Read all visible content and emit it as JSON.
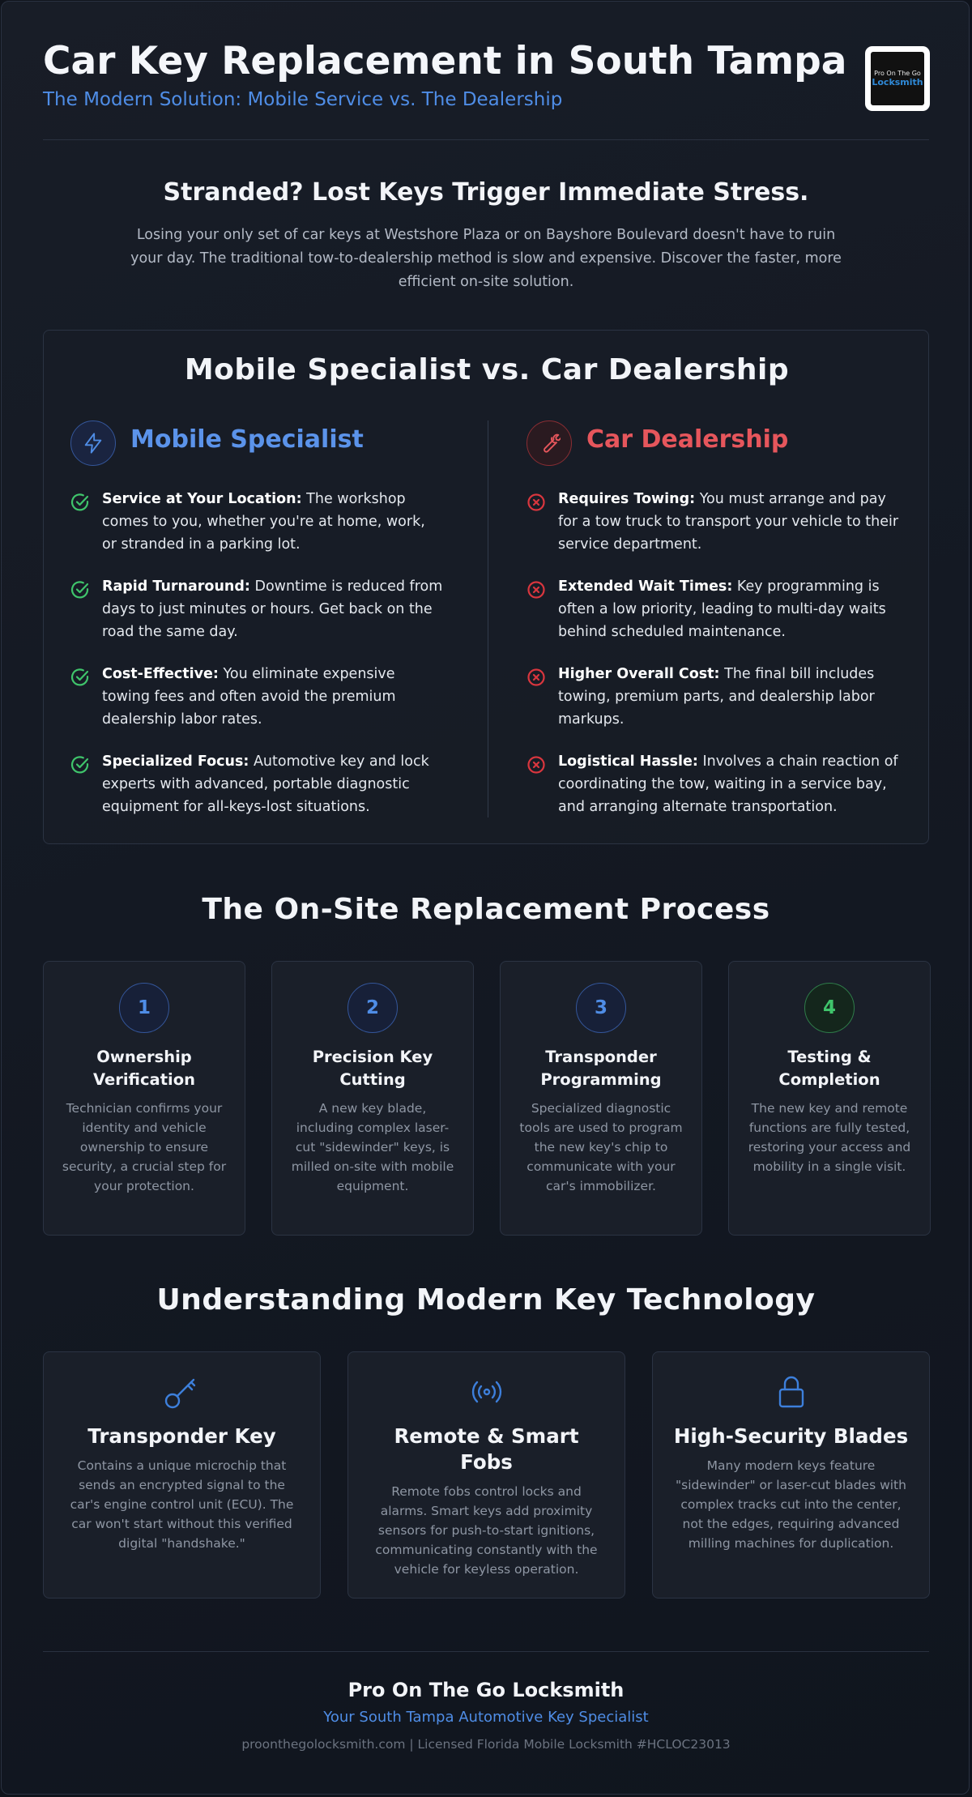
{
  "header": {
    "title": "Car Key Replacement in South Tampa",
    "subtitle": "The Modern Solution: Mobile Service vs. The Dealership",
    "logo": {
      "line1": "Pro On The Go",
      "line2": "Locksmith"
    }
  },
  "intro": {
    "title": "Stranded? Lost Keys Trigger Immediate Stress.",
    "text": "Losing your only set of car keys at Westshore Plaza or on Bayshore Boulevard doesn't have to ruin your day. The traditional tow-to-dealership method is slow and expensive. Discover the faster, more efficient on-site solution."
  },
  "comparison": {
    "title": "Mobile Specialist vs. Car Dealership",
    "mobile": {
      "heading": "Mobile Specialist",
      "icon": "lightning-icon",
      "color": "#5b93ea",
      "items": [
        {
          "label": "Service at Your Location:",
          "text": " The workshop comes to you, whether you're at home, work, or stranded in a parking lot."
        },
        {
          "label": "Rapid Turnaround:",
          "text": " Downtime is reduced from days to just minutes or hours. Get back on the road the same day."
        },
        {
          "label": "Cost-Effective:",
          "text": " You eliminate expensive towing fees and often avoid the premium dealership labor rates."
        },
        {
          "label": "Specialized Focus:",
          "text": " Automotive key and lock experts with advanced, portable diagnostic equipment for all-keys-lost situations."
        }
      ]
    },
    "dealership": {
      "heading": "Car Dealership",
      "icon": "wrench-icon",
      "color": "#e6565c",
      "items": [
        {
          "label": "Requires Towing:",
          "text": " You must arrange and pay for a tow truck to transport your vehicle to their service department."
        },
        {
          "label": "Extended Wait Times:",
          "text": " Key programming is often a low priority, leading to multi-day waits behind scheduled maintenance."
        },
        {
          "label": "Higher Overall Cost:",
          "text": " The final bill includes towing, premium parts, and dealership labor markups."
        },
        {
          "label": "Logistical Hassle:",
          "text": " Involves a chain reaction of coordinating the tow, waiting in a service bay, and arranging alternate transportation."
        }
      ]
    }
  },
  "process": {
    "title": "The On-Site Replacement Process",
    "steps": [
      {
        "number": "1",
        "title": "Ownership Verification",
        "text": "Technician confirms your identity and vehicle ownership to ensure security, a crucial step for your protection."
      },
      {
        "number": "2",
        "title": "Precision Key Cutting",
        "text": "A new key blade, including complex laser-cut \"sidewinder\" keys, is milled on-site with mobile equipment."
      },
      {
        "number": "3",
        "title": "Transponder Programming",
        "text": "Specialized diagnostic tools are used to program the new key's chip to communicate with your car's immobilizer."
      },
      {
        "number": "4",
        "title": "Testing & Completion",
        "text": "The new key and remote functions are fully tested, restoring your access and mobility in a single visit."
      }
    ]
  },
  "technology": {
    "title": "Understanding Modern Key Technology",
    "cards": [
      {
        "icon": "key-icon",
        "title": "Transponder Key",
        "text": "Contains a unique microchip that sends an encrypted signal to the car's engine control unit (ECU). The car won't start without this verified digital \"handshake.\""
      },
      {
        "icon": "signal-icon",
        "title": "Remote & Smart Fobs",
        "text": "Remote fobs control locks and alarms. Smart keys add proximity sensors for push-to-start ignitions, communicating constantly with the vehicle for keyless operation."
      },
      {
        "icon": "lock-icon",
        "title": "High-Security Blades",
        "text": "Many modern keys feature \"sidewinder\" or laser-cut blades with complex tracks cut into the center, not the edges, requiring advanced milling machines for duplication."
      }
    ]
  },
  "footer": {
    "name": "Pro On The Go Locksmith",
    "tagline": "Your South Tampa Automotive Key Specialist",
    "meta": "proonthegolocksmith.com | Licensed Florida Mobile Locksmith #HCLOC23013"
  },
  "colors": {
    "accent": "#4f8de6",
    "success": "#3fc46b",
    "danger": "#d9363e"
  }
}
